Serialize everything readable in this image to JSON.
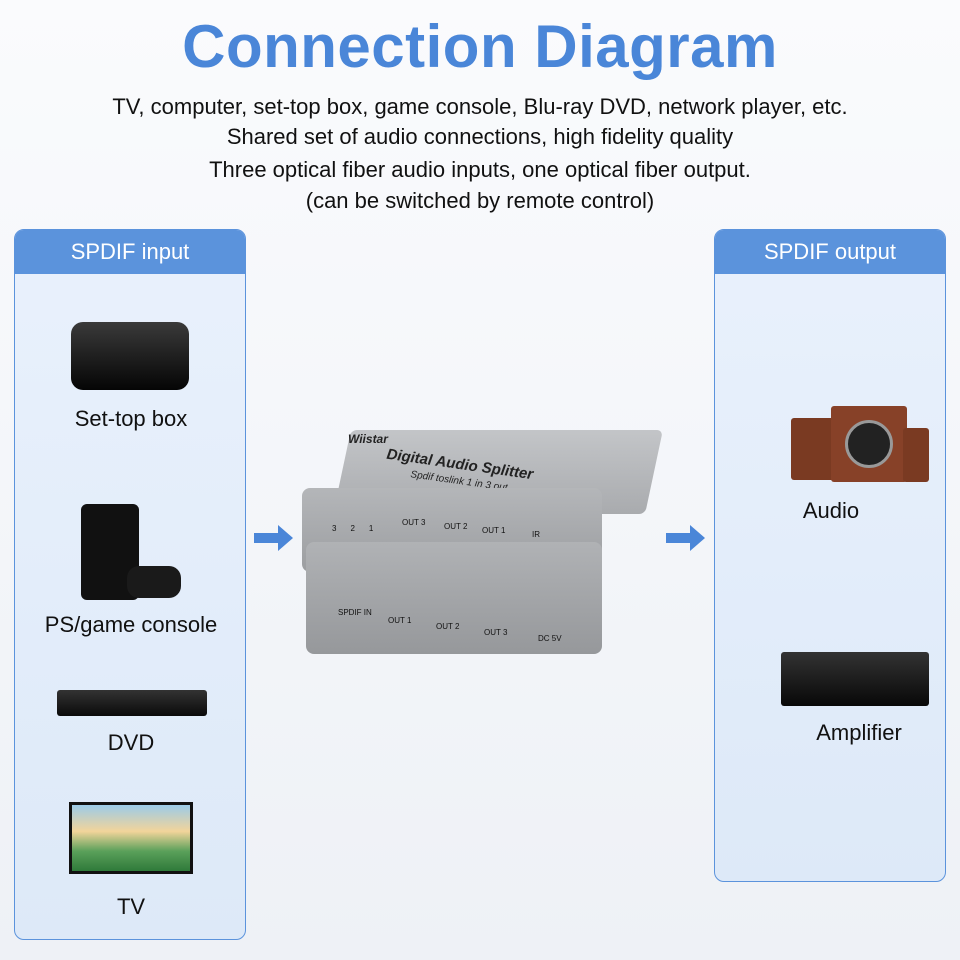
{
  "title": "Connection Diagram",
  "subtitle_lines": [
    "TV, computer, set-top box, game console, Blu-ray DVD, network player, etc.",
    "Shared set of audio connections, high fidelity quality",
    "Three optical fiber audio inputs, one optical fiber output.",
    "(can be switched by remote control)"
  ],
  "input_panel": {
    "header": "SPDIF input",
    "items": [
      "Set-top box",
      "PS/game console",
      "DVD",
      "TV"
    ]
  },
  "output_panel": {
    "header": "SPDIF output",
    "items": [
      "Audio",
      "Amplifier"
    ]
  },
  "device": {
    "brand": "Wiistar",
    "name": "Digital Audio Splitter",
    "model": "Spdif toslink 1 in 3 out",
    "leds": [
      "3",
      "2",
      "1"
    ],
    "buttons": [
      "OUT 3",
      "OUT 2",
      "OUT 1",
      "IR"
    ],
    "ports": [
      "SPDIF IN",
      "OUT 1",
      "OUT 2",
      "OUT 3",
      "DC 5V"
    ]
  },
  "colors": {
    "accent": "#5b93dc",
    "title": "#4a86d8"
  }
}
